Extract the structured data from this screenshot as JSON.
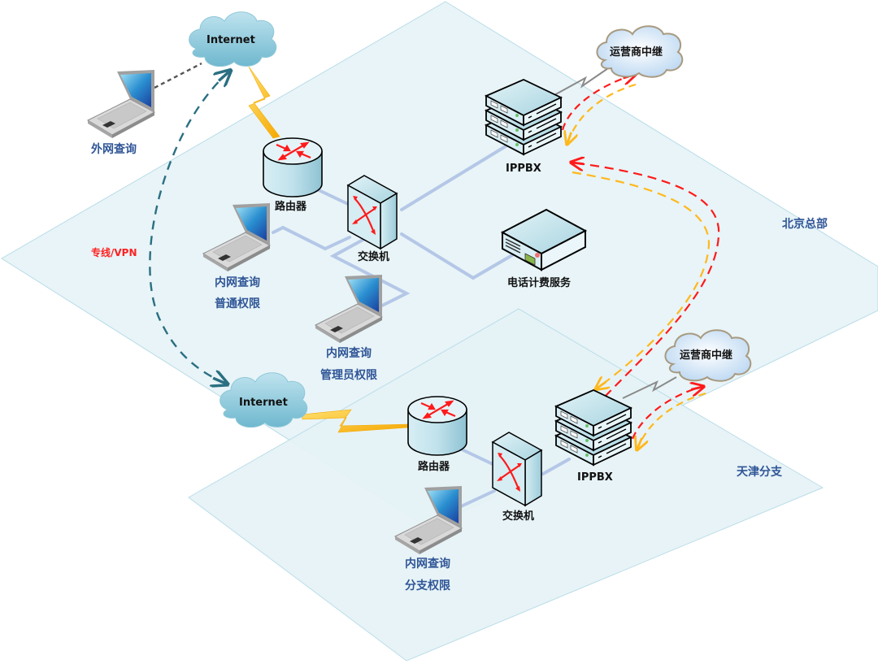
{
  "diagram": {
    "type": "network-topology",
    "regions": [
      {
        "id": "beijing",
        "label": "北京总部"
      },
      {
        "id": "tianjin",
        "label": "天津分支"
      }
    ],
    "nodes": {
      "internet_top": {
        "label": "Internet",
        "kind": "cloud"
      },
      "internet_bottom": {
        "label": "Internet",
        "kind": "cloud"
      },
      "carrier_top": {
        "label": "运营商中继",
        "kind": "cloud"
      },
      "carrier_bottom": {
        "label": "运营商中继",
        "kind": "cloud"
      },
      "external_laptop": {
        "label": "外网查询",
        "kind": "laptop"
      },
      "bj_router": {
        "label": "路由器",
        "kind": "router"
      },
      "bj_switch": {
        "label": "交换机",
        "kind": "switch"
      },
      "bj_ippbx": {
        "label": "IPPBX",
        "kind": "server-stack"
      },
      "bj_billing": {
        "label": "电话计费服务",
        "kind": "server"
      },
      "bj_laptop_normal": {
        "label_line1": "内网查询",
        "label_line2": "普通权限",
        "kind": "laptop"
      },
      "bj_laptop_admin": {
        "label_line1": "内网查询",
        "label_line2": "管理员权限",
        "kind": "laptop"
      },
      "tj_router": {
        "label": "路由器",
        "kind": "router"
      },
      "tj_switch": {
        "label": "交换机",
        "kind": "switch"
      },
      "tj_ippbx": {
        "label": "IPPBX",
        "kind": "server-stack"
      },
      "tj_laptop": {
        "label_line1": "内网查询",
        "label_line2": "分支权限",
        "kind": "laptop"
      }
    },
    "links": [
      {
        "from": "external_laptop",
        "to": "internet_top",
        "style": "dotted-gray"
      },
      {
        "from": "internet_top",
        "to": "bj_router",
        "style": "lightning-yellow"
      },
      {
        "from": "internet_bottom",
        "to": "tj_router",
        "style": "lightning-yellow"
      },
      {
        "from": "internet_top",
        "to": "internet_bottom",
        "style": "dashed-teal-bidirectional",
        "label": "专线/VPN"
      },
      {
        "from": "bj_ippbx",
        "to": "carrier_top",
        "style": "lightning-gray"
      },
      {
        "from": "tj_ippbx",
        "to": "carrier_bottom",
        "style": "lightning-gray"
      },
      {
        "from": "bj_ippbx",
        "to": "carrier_top",
        "style": "dashed-red-yellow-pair"
      },
      {
        "from": "tj_ippbx",
        "to": "carrier_bottom",
        "style": "dashed-red-yellow-pair"
      },
      {
        "from": "bj_ippbx",
        "to": "tj_ippbx",
        "style": "dashed-red-yellow-pair"
      },
      {
        "from": "bj_router",
        "to": "bj_switch",
        "style": "lan"
      },
      {
        "from": "bj_switch",
        "to": "bj_ippbx",
        "style": "lan"
      },
      {
        "from": "bj_switch",
        "to": "bj_billing",
        "style": "lan"
      },
      {
        "from": "bj_switch",
        "to": "bj_laptop_normal",
        "style": "lan"
      },
      {
        "from": "bj_switch",
        "to": "bj_laptop_admin",
        "style": "lan"
      },
      {
        "from": "tj_router",
        "to": "tj_switch",
        "style": "lan"
      },
      {
        "from": "tj_switch",
        "to": "tj_ippbx",
        "style": "lan"
      },
      {
        "from": "tj_switch",
        "to": "tj_laptop",
        "style": "lan"
      }
    ],
    "vpn_label": "专线/VPN",
    "colors": {
      "plane_fill": "#e8f4f7",
      "plane_edge": "#b8dce8",
      "lan": "#b4c7e7",
      "vpn": "#2a6f82",
      "lightning": "#ffc000",
      "dash_red": "#ff1a1a",
      "dash_yellow": "#ffb81c",
      "label_blue": "#2f5597"
    }
  }
}
